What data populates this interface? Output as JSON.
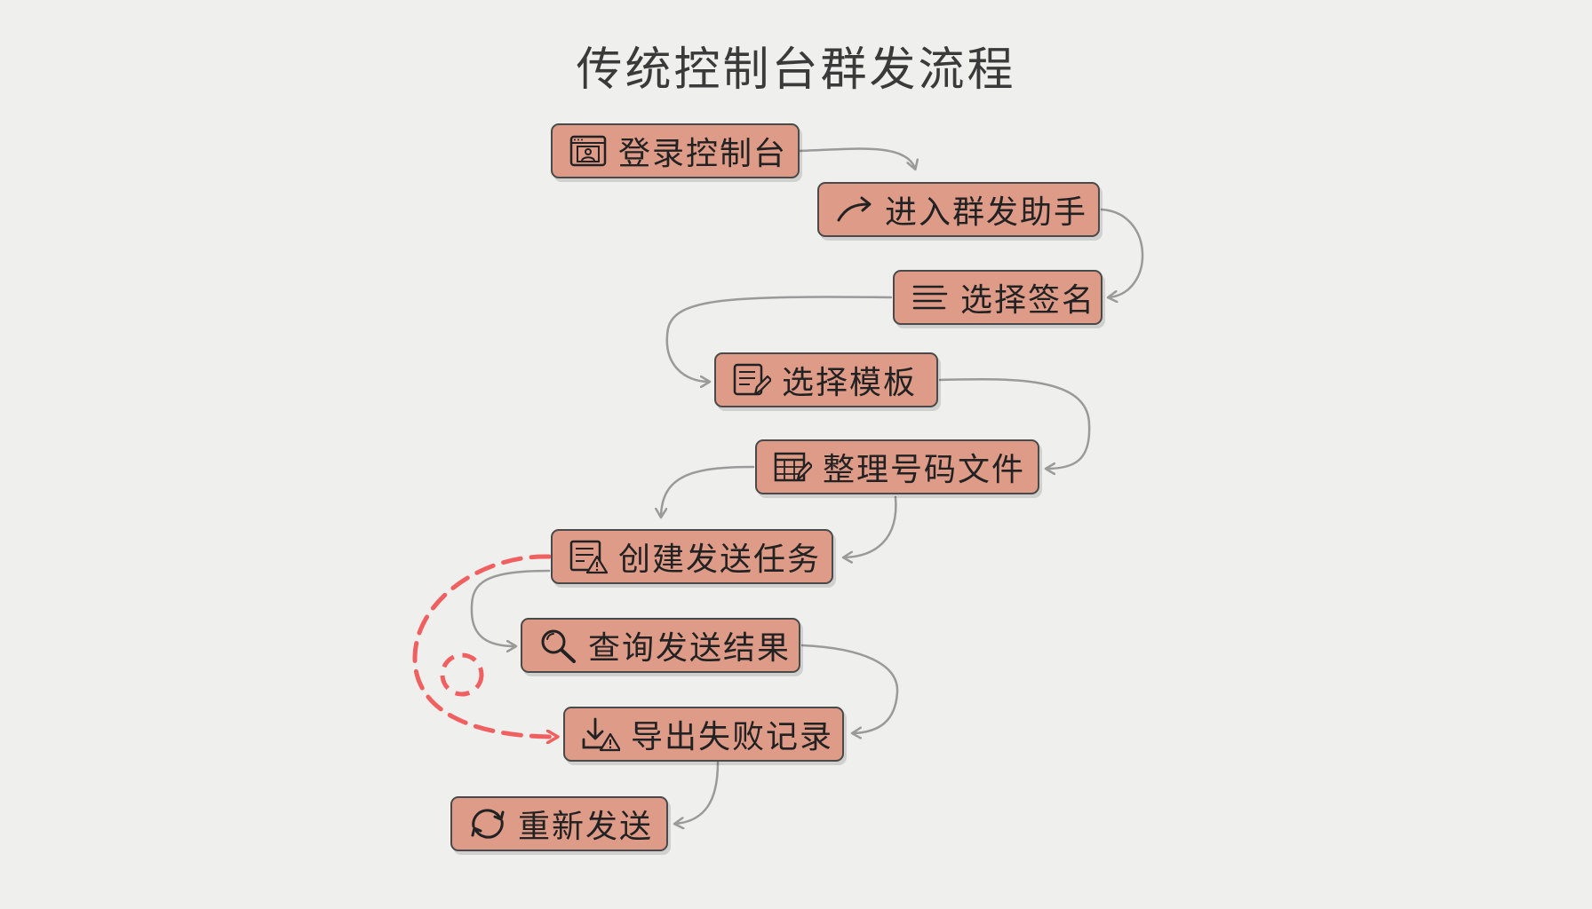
{
  "title": "传统控制台群发流程",
  "colors": {
    "node_fill": "#dd9b88",
    "node_border": "#4a4a4a",
    "connector": "#9a9a9a",
    "loop_accent": "#f06060",
    "background": "#efefee"
  },
  "steps": [
    {
      "id": "login",
      "label": "登录控制台",
      "icon": "browser-user-icon"
    },
    {
      "id": "enter",
      "label": "进入群发助手",
      "icon": "arrow-right-icon"
    },
    {
      "id": "signature",
      "label": "选择签名",
      "icon": "list-lines-icon"
    },
    {
      "id": "template",
      "label": "选择模板",
      "icon": "document-edit-icon"
    },
    {
      "id": "numbers",
      "label": "整理号码文件",
      "icon": "spreadsheet-edit-icon"
    },
    {
      "id": "create",
      "label": "创建发送任务",
      "icon": "document-warning-icon"
    },
    {
      "id": "query",
      "label": "查询发送结果",
      "icon": "magnifier-icon"
    },
    {
      "id": "export",
      "label": "导出失败记录",
      "icon": "download-warning-icon"
    },
    {
      "id": "resend",
      "label": "重新发送",
      "icon": "refresh-icon"
    }
  ]
}
